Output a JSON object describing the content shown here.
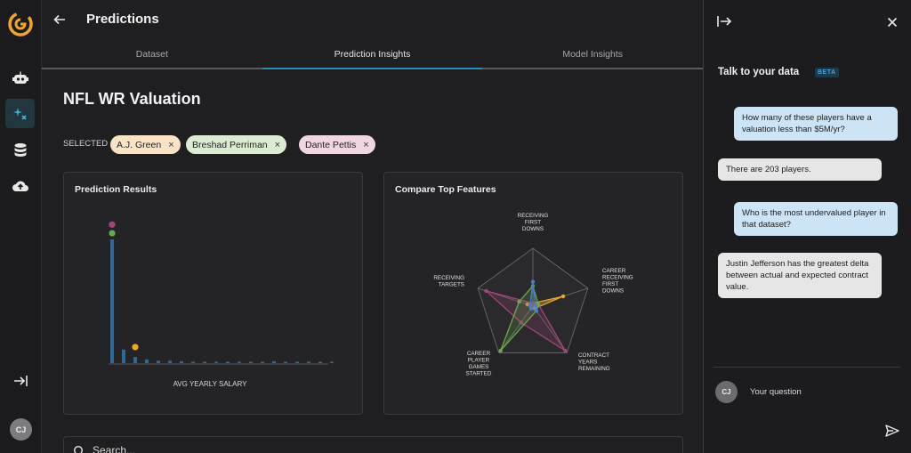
{
  "sidebar": {
    "avatar_initials": "CJ"
  },
  "header": {
    "title": "Predictions"
  },
  "tabs": [
    {
      "label": "Dataset",
      "active": false
    },
    {
      "label": "Prediction Insights",
      "active": true
    },
    {
      "label": "Model Insights",
      "active": false
    }
  ],
  "page": {
    "heading": "NFL WR Valuation",
    "selected_label": "SELECTED",
    "chips": [
      {
        "label": "A.J. Green",
        "color": "#f9e3c6"
      },
      {
        "label": "Breshad Perriman",
        "color": "#dcecd2"
      },
      {
        "label": "Dante Pettis",
        "color": "#efd6e0"
      }
    ],
    "chip_remove_glyph": "×",
    "search_placeholder": "Search..."
  },
  "prediction_card": {
    "title": "Prediction Results",
    "xlabel": "AVG YEARLY SALARY"
  },
  "features_card": {
    "title": "Compare Top Features"
  },
  "chart_data": [
    {
      "type": "bar",
      "title": "Prediction Results",
      "xlabel": "AVG YEARLY SALARY",
      "values": [
        100,
        11,
        5,
        3,
        2,
        2,
        1.5,
        1.2,
        1,
        1,
        1,
        1,
        1,
        1,
        1.5,
        1,
        1,
        1.2,
        0.8,
        0.6
      ],
      "markers": [
        {
          "bin": 0,
          "value": 112,
          "color": "#a3447a"
        },
        {
          "bin": 0,
          "value": 105,
          "color": "#6aa84f"
        },
        {
          "bin": 2,
          "value": 13,
          "color": "#f0a820"
        }
      ],
      "bar_color": "#2b6a99"
    },
    {
      "type": "radar",
      "title": "Compare Top Features",
      "axes": [
        [
          "RECEIVING",
          "FIRST",
          "DOWNS"
        ],
        [
          "CAREER",
          "RECEIVING",
          "FIRST",
          "DOWNS"
        ],
        [
          "CONTRACT",
          "YEARS",
          "REMAINING"
        ],
        [
          "CAREER",
          "PLAYER",
          "GAMES",
          "STARTED"
        ],
        [
          "RECEIVING",
          "TARGETS"
        ]
      ],
      "series": [
        {
          "color": "#f0a820",
          "values": [
            0.05,
            0.55,
            0.05,
            0.05,
            0.1
          ]
        },
        {
          "color": "#a3447a",
          "values": [
            0.05,
            0.1,
            0.95,
            0.35,
            0.85
          ]
        },
        {
          "color": "#6aa84f",
          "values": [
            0.35,
            0.1,
            0.1,
            0.95,
            0.25
          ]
        },
        {
          "color": "#4a7ec8",
          "values": [
            0.42,
            0.05,
            0.1,
            0.05,
            0.05
          ]
        }
      ],
      "rings": 5
    }
  ],
  "chat": {
    "title": "Talk to your data",
    "badge": "BETA",
    "messages": [
      {
        "role": "user",
        "text": "How many of these players have a valuation less than $5M/yr?"
      },
      {
        "role": "bot",
        "text": "There are 203 players."
      },
      {
        "role": "user",
        "text": "Who is the most undervalued player in that dataset?"
      },
      {
        "role": "bot",
        "text": "Justin Jefferson has the greatest delta between actual and expected contract value."
      }
    ],
    "avatar_initials": "CJ",
    "input_placeholder": "Your question"
  }
}
